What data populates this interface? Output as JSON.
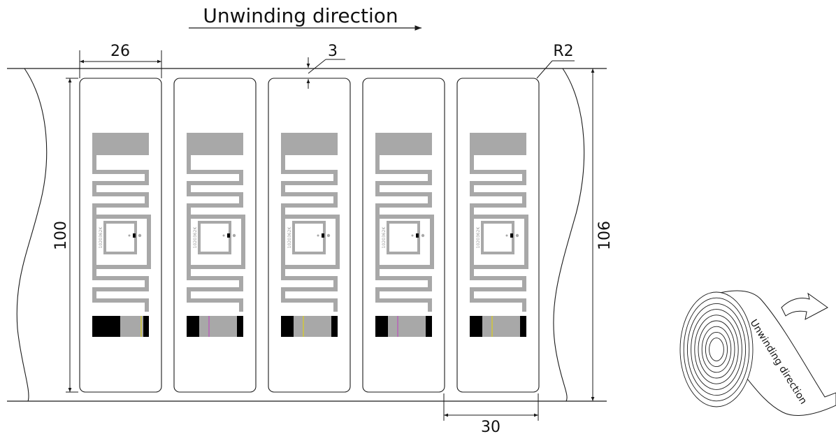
{
  "title": "Unwinding direction",
  "dimensions": {
    "label_width": "26",
    "label_gap": "3",
    "corner_radius": "R2",
    "label_height": "100",
    "web_width": "106",
    "pitch": "30"
  },
  "chip_marking": "1020362K",
  "roll_caption": "Unwinding direction",
  "colors": {
    "line": "#1a1a1a",
    "antenna": "#a8a8a8",
    "strap_dark": "#000000",
    "strap_light": "#a8a8a8",
    "accent_yellow": "#e8d800",
    "accent_magenta": "#c040c0"
  },
  "label_count": 5
}
